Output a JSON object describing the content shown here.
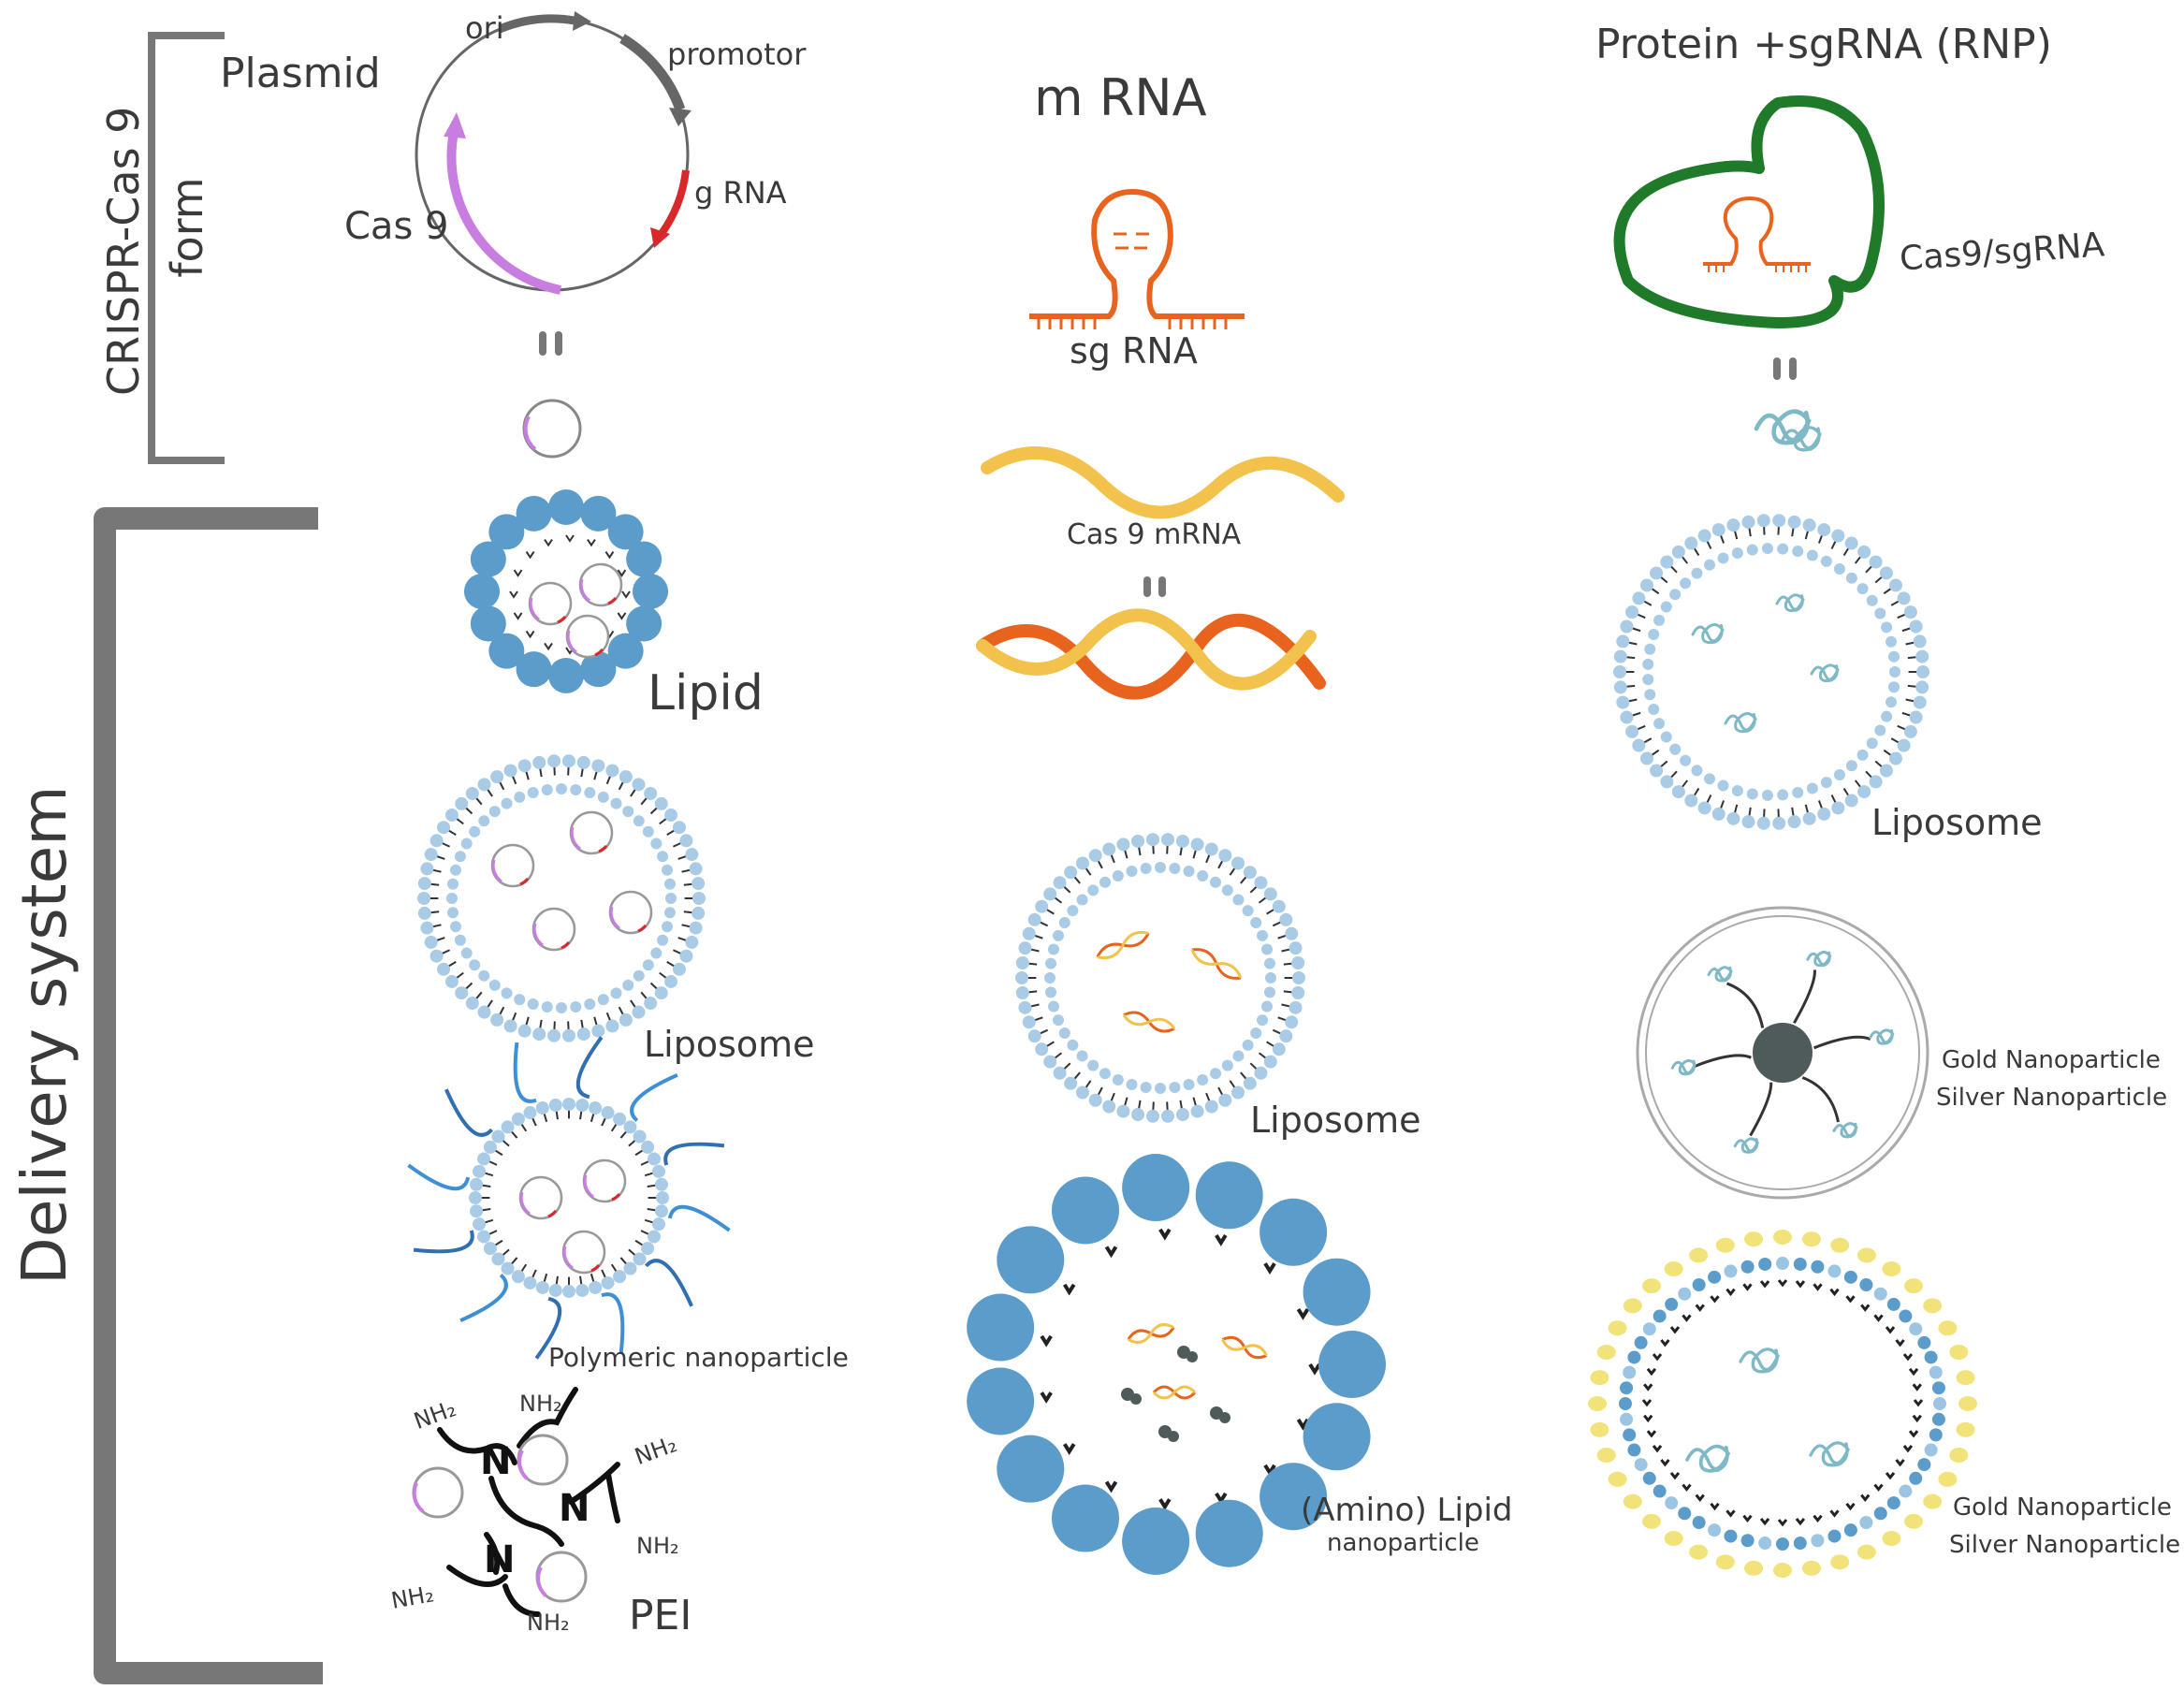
{
  "side_labels": {
    "crispr_form": "CRISPR-Cas 9",
    "crispr_form_2": "form",
    "delivery": "Delivery system"
  },
  "columns": {
    "plasmid": {
      "title": "Plasmid",
      "features": {
        "ori": "ori",
        "promotor": "promotor",
        "grna": "g RNA",
        "cas9": "Cas 9"
      },
      "carriers": {
        "lipid": "Lipid",
        "liposome": "Liposome",
        "polymeric": "Polymeric nanoparticle",
        "pei": "PEI",
        "nh2": "NH₂"
      }
    },
    "mrna": {
      "title": "m RNA",
      "sgrna": "sg RNA",
      "cas9_mrna": "Cas 9 mRNA",
      "carriers": {
        "liposome": "Liposome",
        "amino_lipid": "(Amino) Lipid",
        "amino_lipid_2": "nanoparticle"
      }
    },
    "rnp": {
      "title": "Protein +sgRNA (RNP)",
      "complex": "Cas9/sgRNA",
      "carriers": {
        "liposome": "Liposome",
        "gold_1": "Gold Nanoparticle",
        "silver_1": "Silver Nanoparticle",
        "gold_2": "Gold Nanoparticle",
        "silver_2": "Silver Nanoparticle"
      }
    }
  },
  "colors": {
    "bracket": "#777777",
    "lipid_head": "#5b9ccb",
    "liposome_head": "#a9cbe6",
    "cas9": "#c87ee0",
    "grna": "#d8282a",
    "mrna_orange": "#e8641e",
    "mrna_yellow": "#f2c24d",
    "rnp_green": "#1f7a2a",
    "protein_teal": "#7fb9c6",
    "polymer_blue": "#2f6fb2",
    "gold": "#f1e37a",
    "core": "#4f5a5a"
  }
}
